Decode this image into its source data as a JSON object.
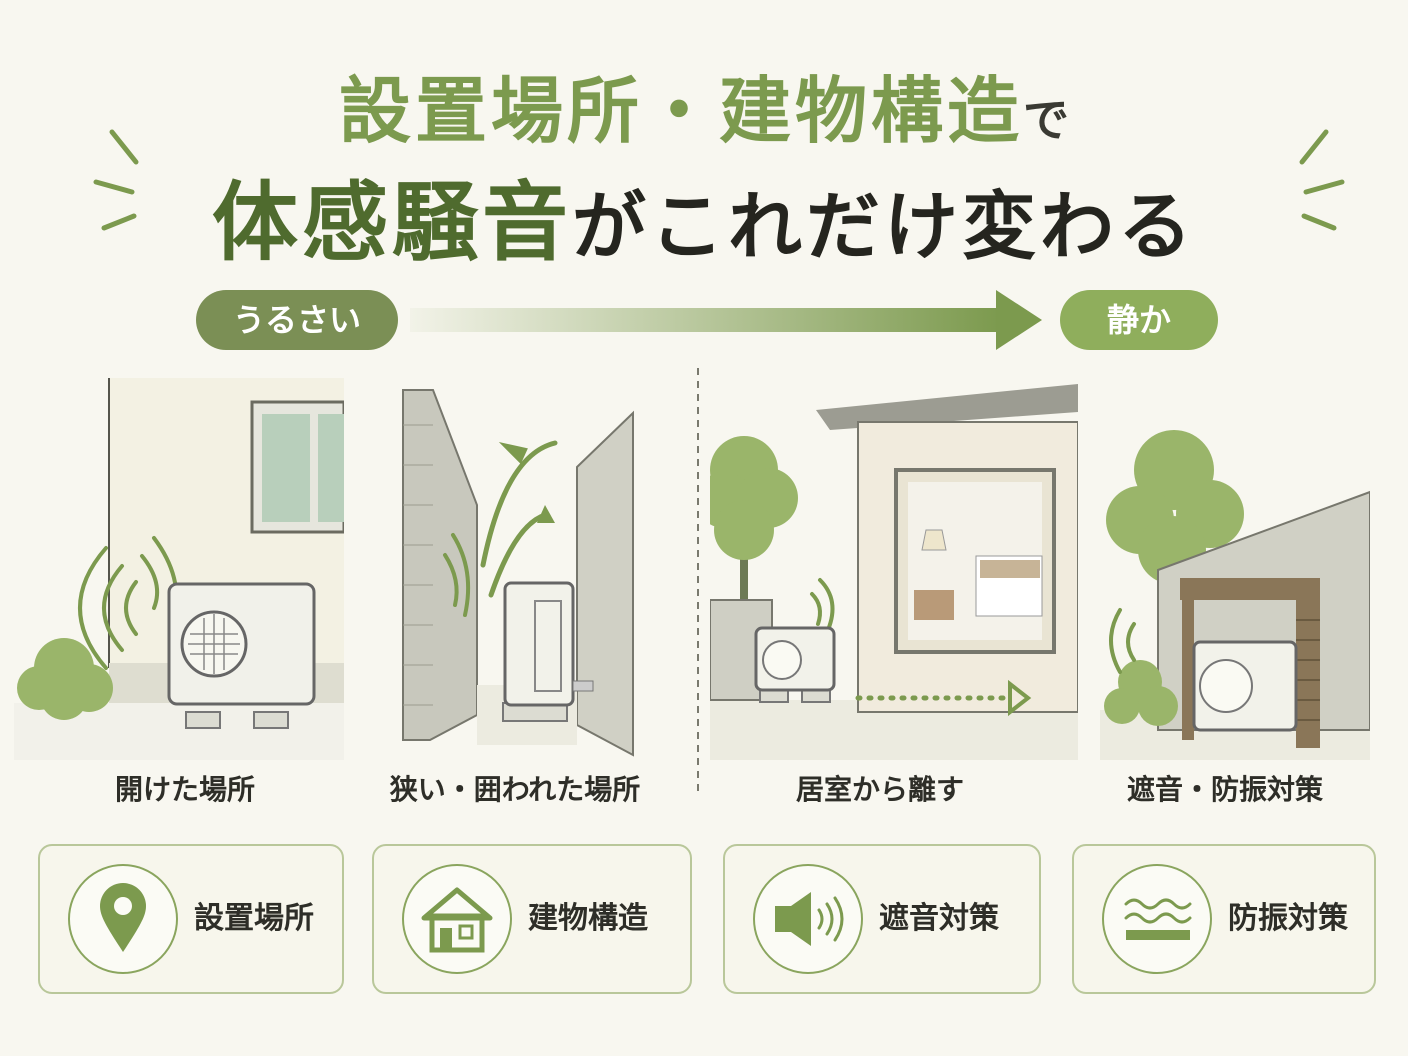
{
  "title": {
    "line1_main": "設置場所・建物構造",
    "line1_suffix": "で",
    "line2_highlight": "体感騒音",
    "line2_rest": "がこれだけ変わる"
  },
  "scale": {
    "loud": "うるさい",
    "quiet": "静か"
  },
  "scenes": [
    {
      "caption": "開けた場所"
    },
    {
      "caption": "狭い・囲われた場所"
    },
    {
      "caption": "居室から離す"
    },
    {
      "caption": "遮音・防振対策"
    }
  ],
  "cards": [
    {
      "icon": "map-pin-icon",
      "label": "設置場所"
    },
    {
      "icon": "house-icon",
      "label": "建物構造"
    },
    {
      "icon": "speaker-icon",
      "label": "遮音対策"
    },
    {
      "icon": "vibration-icon",
      "label": "防振対策"
    }
  ],
  "colors": {
    "accent_green": "#7c9a4e",
    "dark_green": "#4f6b2e",
    "pill_loud": "#7b8f55",
    "pill_quiet": "#8fae5c",
    "background": "#f8f7f0"
  }
}
